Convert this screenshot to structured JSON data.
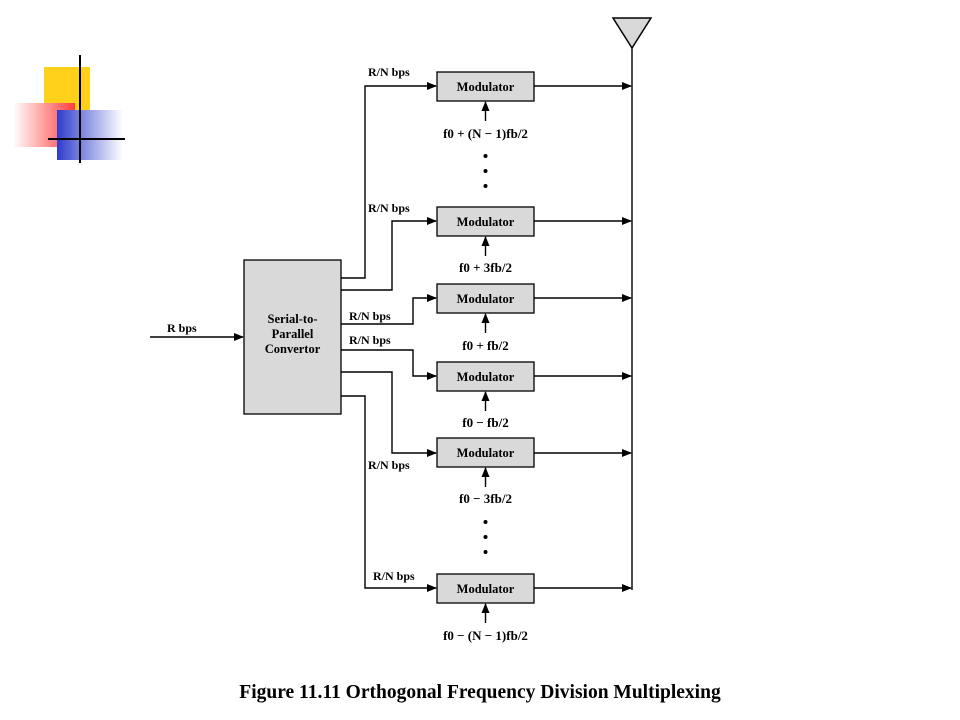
{
  "converter": {
    "lines": [
      "Serial-to-",
      "Parallel",
      "Convertor"
    ]
  },
  "input_rate": "R bps",
  "branch_rate": "R/N bps",
  "modulator_label": "Modulator",
  "modulators": [
    {
      "name": "top",
      "freq": "f0 + (N − 1)fb/2"
    },
    {
      "name": "plus-3",
      "freq": "f0 + 3fb/2"
    },
    {
      "name": "plus-1",
      "freq": "f0 + fb/2"
    },
    {
      "name": "minus-1",
      "freq": "f0 − fb/2"
    },
    {
      "name": "minus-3",
      "freq": "f0 − 3fb/2"
    },
    {
      "name": "bottom",
      "freq": "f0 − (N − 1)fb/2"
    }
  ],
  "caption": "Figure 11.11  Orthogonal Frequency Division Multiplexing",
  "colors": {
    "block_fill": "#d9d9d9",
    "deco_yellow": "#ffd11a",
    "deco_blue": "#3341cc",
    "deco_red": "#ff4d4d"
  },
  "decoration_icon": "slide-corner-ornament"
}
